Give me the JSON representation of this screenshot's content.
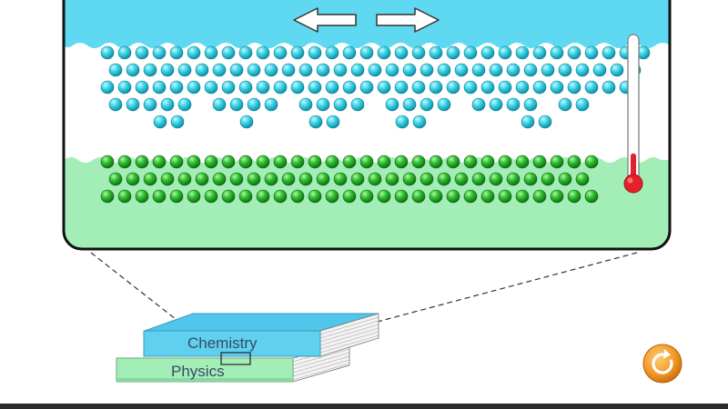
{
  "books": {
    "top_label": "Chemistry",
    "bottom_label": "Physics"
  },
  "colors": {
    "top_material_bg": "#5fd9f2",
    "bottom_material_bg": "#a3eeb7",
    "top_atom": "#38d4e3",
    "bottom_atom": "#2fc232",
    "chemistry_book": "#5fd0ee",
    "physics_book": "#a3eeb7",
    "reset_button": "#f29a27",
    "thermometer_bulb": "#e4212a"
  },
  "controls": {
    "drag_arrows": [
      "arrow-left-icon",
      "arrow-right-icon"
    ],
    "reset_icon": "reset-icon"
  },
  "thermometer": {
    "level": 0.2
  }
}
